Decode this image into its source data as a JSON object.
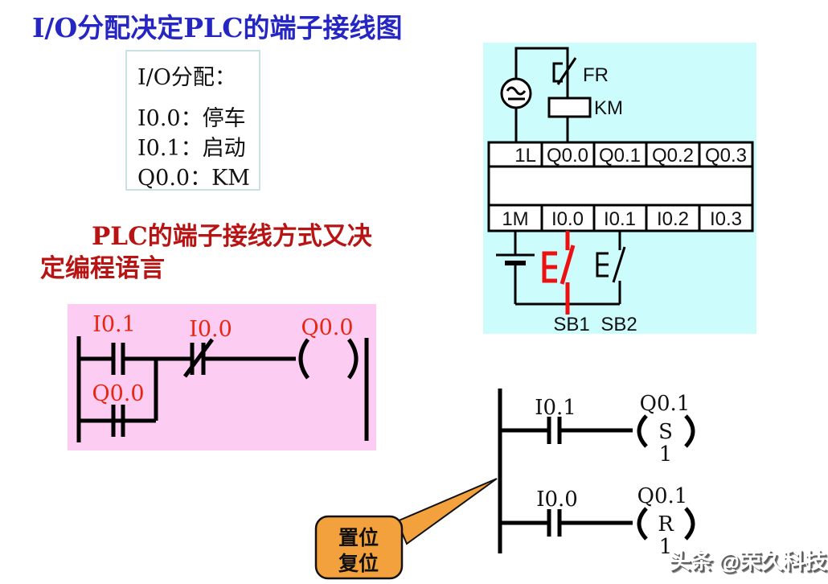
{
  "slide": {
    "title": "I/O分配决定PLC的端子接线图",
    "io_assignment_box": {
      "heading": "I/O分配：",
      "items": [
        "I0.0：停车",
        "I0.1：启动",
        "Q0.0：KM"
      ]
    },
    "red_heading": {
      "line1": "PLC的端子接线方式又决",
      "line2": "定编程语言"
    },
    "ladder_main": {
      "contact1_label": "I0.1",
      "nc_contact_label": "I0.0",
      "coil_label": "Q0.0",
      "branch_contact_label": "Q0.0"
    },
    "wiring_diagram": {
      "fr_label": "FR",
      "km_label": "KM",
      "output_terminals": [
        "1L",
        "Q0.0",
        "Q0.1",
        "Q0.2",
        "Q0.3"
      ],
      "input_terminals": [
        "1M",
        "I0.0",
        "I0.1",
        "I0.2",
        "I0.3"
      ],
      "sb1_label": "SB1",
      "sb2_label": "SB2"
    },
    "ladder_set_reset": {
      "rung1": {
        "contact": "I0.1",
        "coil_address": "Q0.1",
        "coil_operation": "S",
        "coil_operand": "1"
      },
      "rung2": {
        "contact": "I0.0",
        "coil_address": "Q0.1",
        "coil_operation": "R",
        "coil_operand": "1"
      }
    },
    "callout": {
      "line1": "置位",
      "line2": "复位"
    },
    "watermark": "头条 @荣久科技"
  },
  "colors": {
    "title_blue": "#2626C4",
    "heading_red": "#B81414",
    "ladder_label_red": "#E8250F",
    "sb1_red": "#EE1111",
    "pink_panel": "#FCCCF2",
    "cyan_panel": "#CCFCFC",
    "callout_orange": "#F2A13C"
  }
}
